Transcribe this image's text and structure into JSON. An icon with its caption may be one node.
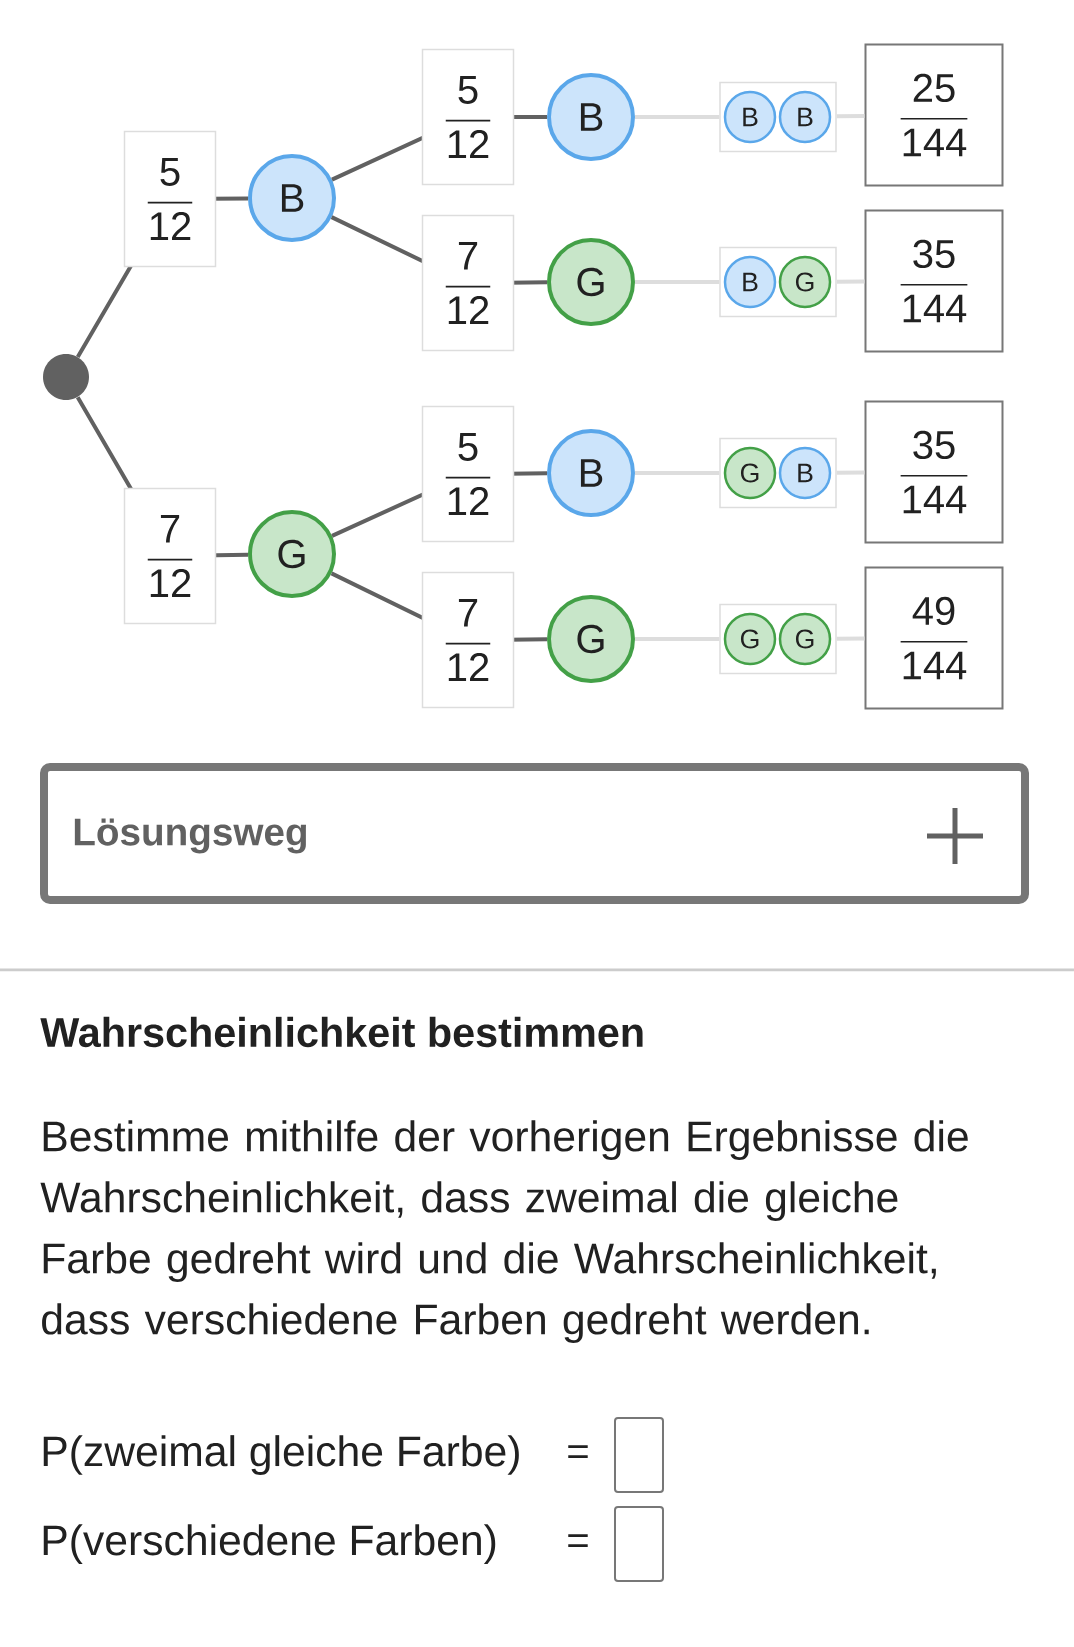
{
  "diagram": {
    "nodes": [
      {
        "text": [],
        "shape": "circle"
      },
      {
        "text": [
          "B"
        ]
      },
      {
        "text": [
          "G"
        ]
      },
      {
        "text": [
          "B"
        ]
      },
      {
        "text": [
          "G"
        ]
      },
      {
        "text": [
          "B"
        ]
      },
      {
        "text": [
          "G"
        ]
      },
      {
        "text": [
          "B",
          "B"
        ]
      },
      {
        "text": [
          "B",
          "G"
        ]
      },
      {
        "text": [
          "G",
          "B"
        ]
      },
      {
        "text": [
          "G",
          "G"
        ]
      },
      {
        "text": [
          "\\frac{25}{144}"
        ]
      },
      {
        "text": [
          "\\frac{35}{144}"
        ]
      },
      {
        "text": [
          "\\frac{35}{144}"
        ]
      },
      {
        "text": [
          "\\frac{49}{144}"
        ]
      },
      {
        "text": [
          "Lösungsweg"
        ]
      }
    ],
    "edges": [
      {
        "from": 0,
        "to": 1,
        "arrow": "none",
        "label": "\\frac{5}{12}",
        "color": "#616161"
      },
      {
        "from": 0,
        "to": 2,
        "arrow": "none",
        "label": "\\frac{7}{12}",
        "color": "#616161"
      },
      {
        "from": 1,
        "to": 3,
        "arrow": "none",
        "label": "\\frac{5}{12}",
        "color": "#616161"
      },
      {
        "from": 1,
        "to": 4,
        "arrow": "none",
        "label": "\\frac{7}{12}",
        "color": "#616161"
      },
      {
        "from": 2,
        "to": 5,
        "arrow": "none",
        "label": "\\frac{5}{12}",
        "color": "#616161"
      },
      {
        "from": 2,
        "to": 6,
        "arrow": "none",
        "label": "\\frac{7}{12}",
        "color": "#616161"
      },
      {
        "from": 3,
        "to": 7,
        "arrow": "none"
      },
      {
        "from": 4,
        "to": 8,
        "arrow": "none"
      },
      {
        "from": 5,
        "to": 9,
        "arrow": "none"
      },
      {
        "from": 6,
        "to": 10,
        "arrow": "none"
      },
      {
        "from": 7,
        "to": 11,
        "arrow": "none"
      },
      {
        "from": 8,
        "to": 12,
        "arrow": "none"
      },
      {
        "from": 9,
        "to": 13,
        "arrow": "none"
      },
      {
        "from": 10,
        "to": 14,
        "arrow": "none"
      }
    ],
    "labels": [
      "Wahrscheinlichkeit bestimmen",
      "Bestimme mithilfe der vorherigen Ergebnisse die Wahrscheinlichkeit, dass zweimal die gleiche Farbe gedreht wird und die Wahrscheinlichkeit, dass verschiedene Farben gedreht werden.",
      "P(zweimal gleiche Farbe)",
      "=",
      "P(verschiedene Farben)",
      "="
    ]
  }
}
